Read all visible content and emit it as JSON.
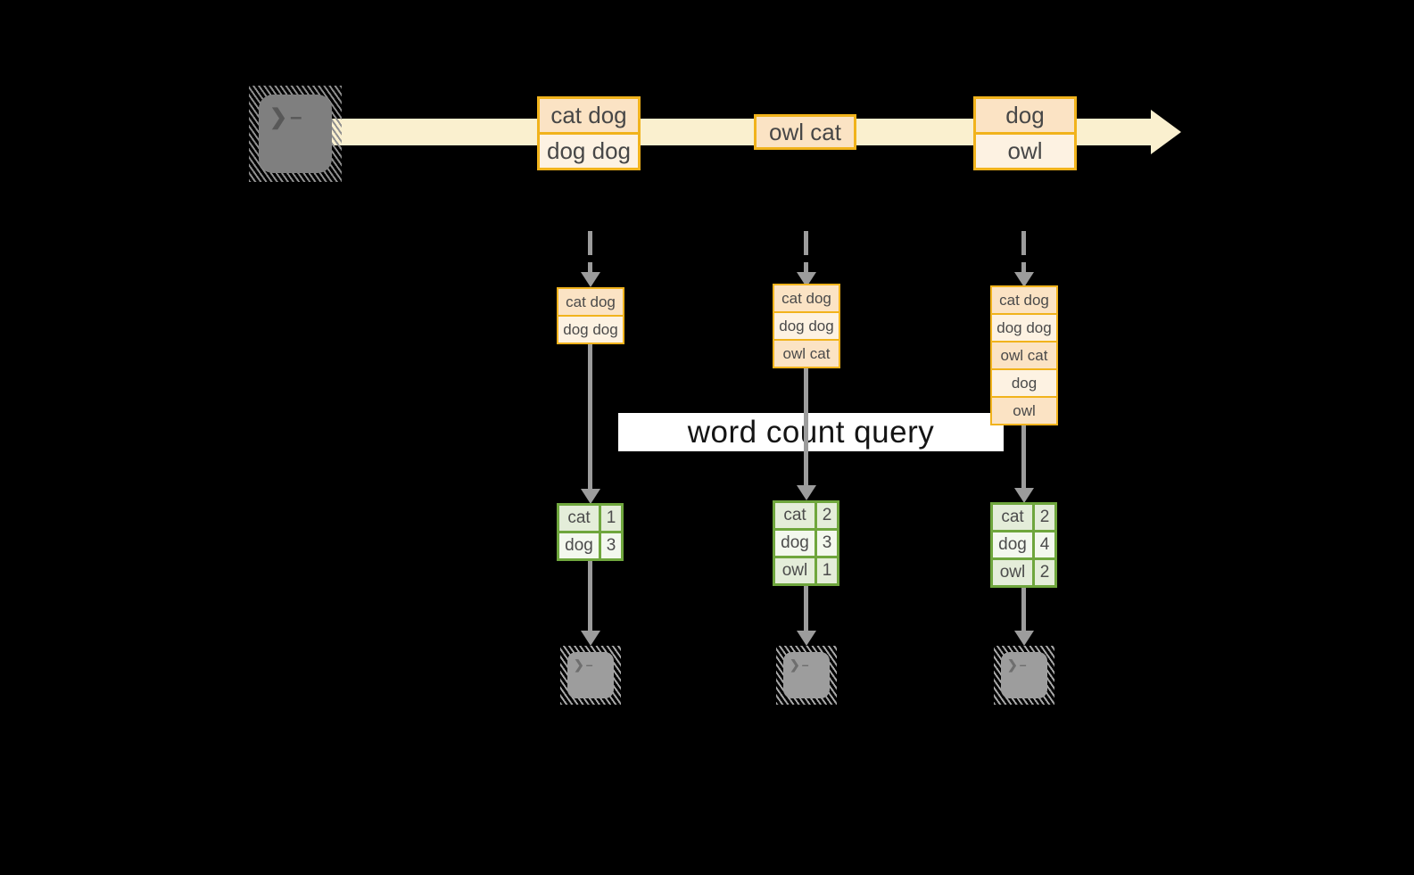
{
  "query_banner": {
    "label": "word count query"
  },
  "icons": {
    "terminal_chevron": "❯",
    "terminal_cursor": "–"
  },
  "stream": {
    "events": [
      {
        "rows": [
          "cat dog",
          "dog dog"
        ]
      },
      {
        "rows": [
          "owl cat"
        ]
      },
      {
        "rows": [
          "dog",
          "owl"
        ]
      }
    ]
  },
  "pipelines": [
    {
      "buffer": [
        "cat dog",
        "dog dog"
      ],
      "counts": [
        {
          "word": "cat",
          "count": "1"
        },
        {
          "word": "dog",
          "count": "3"
        }
      ]
    },
    {
      "buffer": [
        "cat dog",
        "dog dog",
        "owl cat"
      ],
      "counts": [
        {
          "word": "cat",
          "count": "2"
        },
        {
          "word": "dog",
          "count": "3"
        },
        {
          "word": "owl",
          "count": "1"
        }
      ]
    },
    {
      "buffer": [
        "cat dog",
        "dog dog",
        "owl cat",
        "dog",
        "owl"
      ],
      "counts": [
        {
          "word": "cat",
          "count": "2"
        },
        {
          "word": "dog",
          "count": "4"
        },
        {
          "word": "owl",
          "count": "2"
        }
      ]
    }
  ],
  "colors": {
    "background": "#000000",
    "stream_band": "#faf0cf",
    "event_border": "#f1b31c",
    "event_fill_dark": "#fbe3c4",
    "event_fill_light": "#fdf2e2",
    "count_border": "#6fa63d",
    "count_fill_dark": "#e4edd9",
    "count_fill_light": "#f3f8ee",
    "arrow_gray": "#9c9c9c",
    "terminal_gray": "#7f7f7f",
    "terminal_gray_light": "#9d9d9d",
    "banner_bg": "#ffffff",
    "banner_text": "#141414",
    "label_text": "#4a4a4a"
  }
}
